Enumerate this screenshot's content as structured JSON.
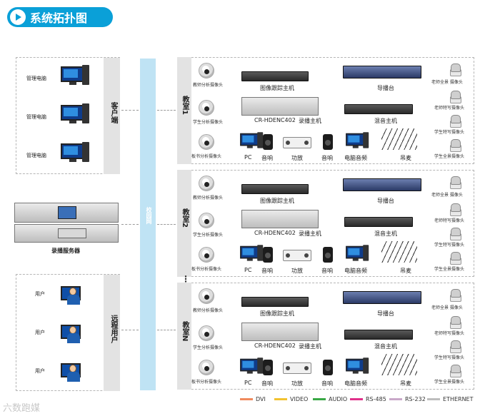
{
  "banner": {
    "title": "系统拓扑图"
  },
  "left": {
    "client_block_label": "客户端",
    "mgmt_pc_label": "管理电脑",
    "server_label": "录播服务器",
    "remote_block_label": "远程用户",
    "user_label": "用户"
  },
  "campus_net_label": "校园网",
  "classroom": {
    "cam_teacher_analysis": "教师分析摄像头",
    "cam_student_analysis": "学生分析摄像头",
    "cam_board_analysis": "板书分析摄像头",
    "tracking_host": "图像跟踪主机",
    "recorder_model": "CR-HDENC402",
    "recorder_label": "录播主机",
    "director": "导播台",
    "mixer": "混音主机",
    "pc": "PC",
    "speaker": "音响",
    "amplifier": "功放",
    "pc_audio": "电脑音频",
    "hanging_mic": "吊麦",
    "ptz_teacher_full": "老师全景 摄像头",
    "ptz_teacher_close": "老师特写摄像头",
    "ptz_student_close": "学生特写摄像头",
    "ptz_student_full": "学生全景摄像头"
  },
  "classrooms": [
    {
      "name": "教室1"
    },
    {
      "name": "教室2"
    },
    {
      "name": "教室N"
    }
  ],
  "ellipsis": "⋮",
  "legend": [
    {
      "label": "DVI",
      "color": "#f08a5d"
    },
    {
      "label": "VIDEO",
      "color": "#f2c230"
    },
    {
      "label": "AUDIO",
      "color": "#39a845"
    },
    {
      "label": "RS-485",
      "color": "#e0308a"
    },
    {
      "label": "RS-232",
      "color": "#c9a8c9"
    },
    {
      "label": "ETHERNET",
      "color": "#bdbdbd"
    }
  ],
  "watermark": "六数跑媒"
}
